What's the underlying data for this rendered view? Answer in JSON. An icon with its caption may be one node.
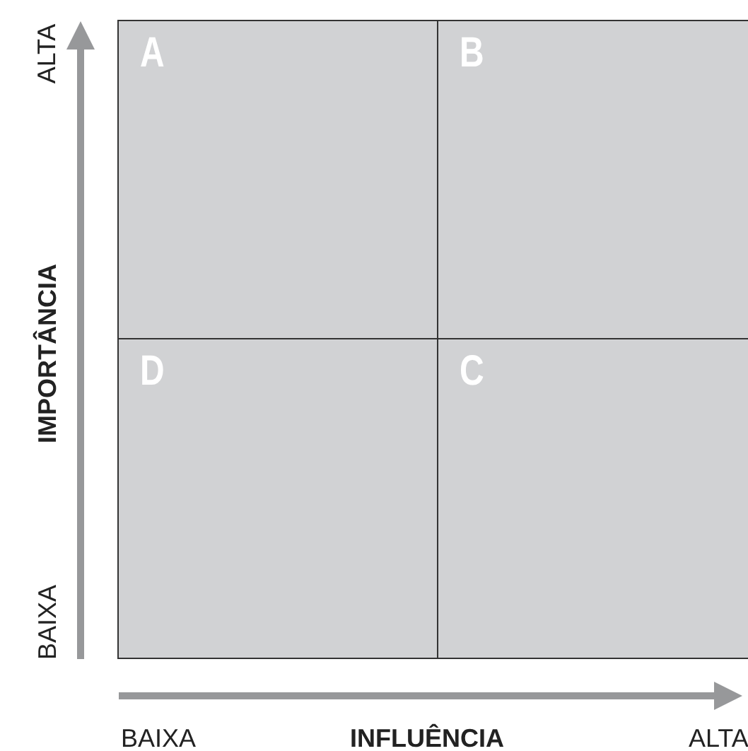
{
  "diagram": {
    "nodes": [
      {
        "text": [
          "A"
        ]
      },
      {
        "text": [
          "B"
        ]
      },
      {
        "text": [
          "D"
        ]
      },
      {
        "text": [
          "C"
        ]
      }
    ],
    "edges": [],
    "labels": [
      "ALTA",
      "IMPORTÂNCIA",
      "BAIXA",
      "BAIXA",
      "INFLUÊNCIA",
      "ALTA"
    ]
  }
}
